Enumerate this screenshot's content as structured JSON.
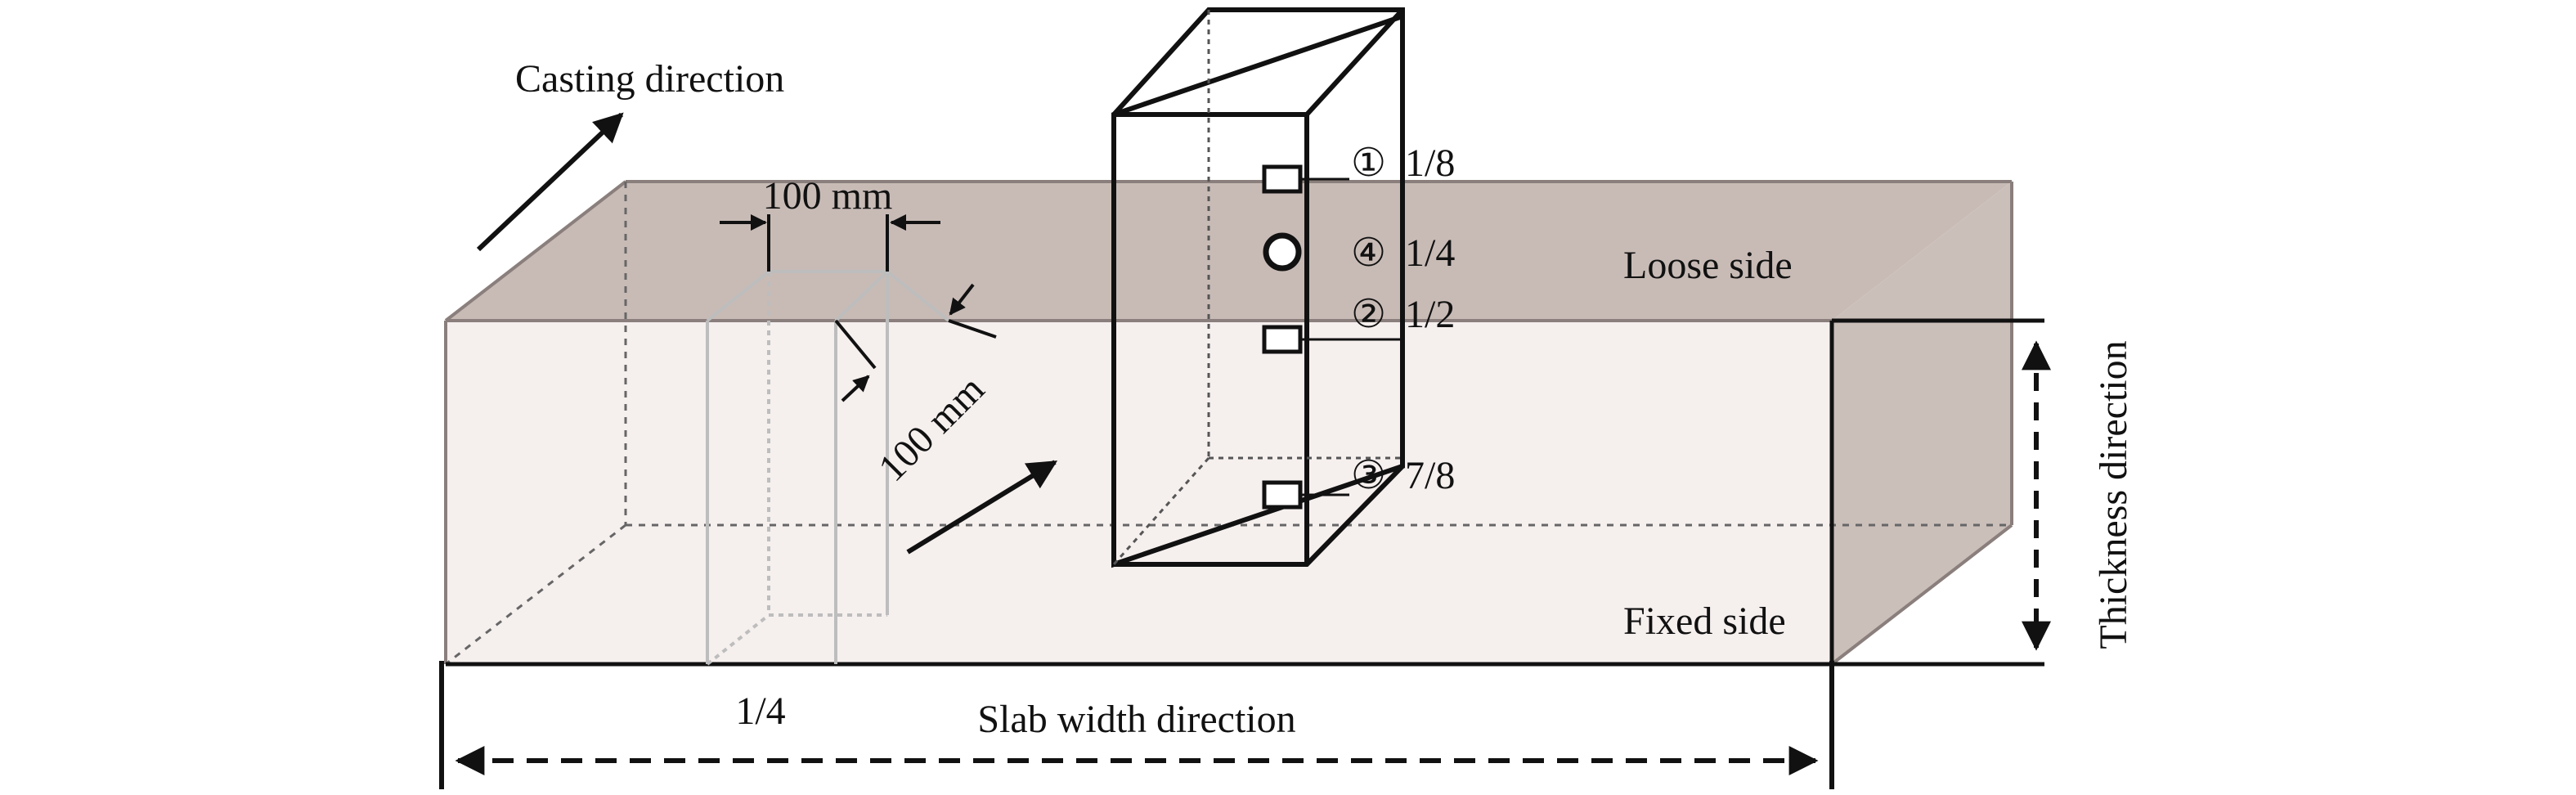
{
  "labels": {
    "casting_direction": "Casting direction",
    "loose_side": "Loose side",
    "fixed_side": "Fixed side",
    "slab_width_direction": "Slab width direction",
    "thickness_direction": "Thickness direction",
    "dim_width": "100 mm",
    "dim_depth": "100 mm",
    "quarter_width": "1/4"
  },
  "positions": [
    {
      "marker": "①",
      "fraction": "1/8"
    },
    {
      "marker": "④",
      "fraction": "1/4"
    },
    {
      "marker": "②",
      "fraction": "1/2"
    },
    {
      "marker": "③",
      "fraction": "7/8"
    }
  ],
  "colors": {
    "slab_top": "#c8bbb6",
    "slab_front": "#f5efee",
    "slab_right": "#cbbfba",
    "line": "#222222"
  }
}
